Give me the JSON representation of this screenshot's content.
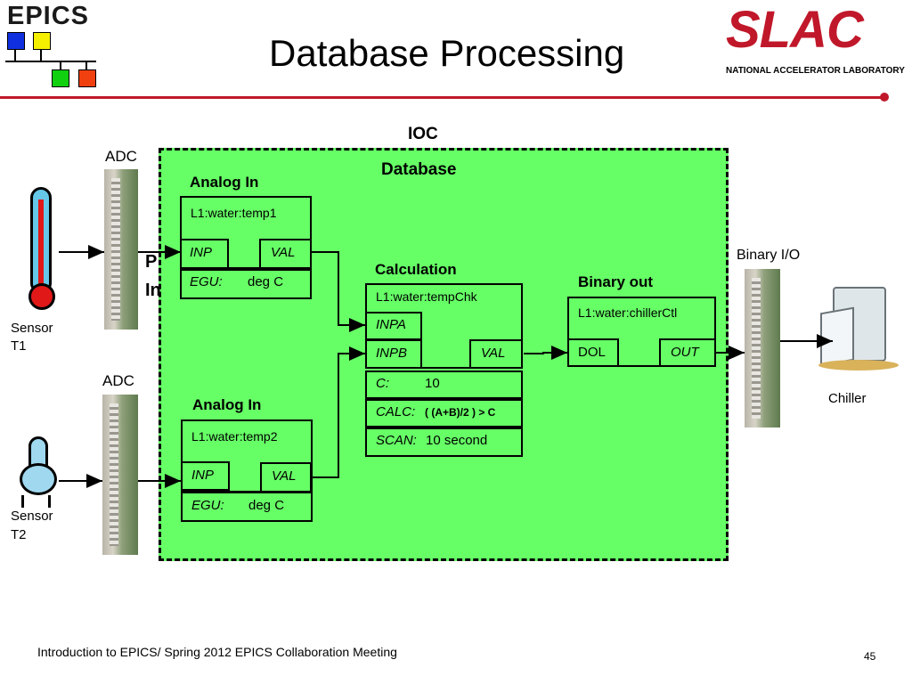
{
  "header": {
    "logo_text": "EPICS",
    "title": "Database Processing",
    "slac_logo": "SLAC",
    "slac_subtitle": "NATIONAL ACCELERATOR LABORATORY",
    "accent_color": "#c0182a"
  },
  "ioc": {
    "label": "IOC",
    "database_label": "Database",
    "fill_color": "#66ff66"
  },
  "hardware": {
    "adc1_label": "ADC",
    "adc2_label": "ADC",
    "binary_io_label": "Binary I/O",
    "sensor1_label_line1": "Sensor",
    "sensor1_label_line2": "T1",
    "sensor2_label_line1": "Sensor",
    "sensor2_label_line2": "T2",
    "chiller_label": "Chiller"
  },
  "obscured_text": {
    "line1": "P",
    "line2": "In"
  },
  "records": {
    "ai1": {
      "heading": "Analog In",
      "name": "L1:water:temp1",
      "inp": "INP",
      "val": "VAL",
      "egu_label": "EGU:",
      "egu_value": "deg C"
    },
    "ai2": {
      "heading": "Analog In",
      "name": "L1:water:temp2",
      "inp": "INP",
      "val": "VAL",
      "egu_label": "EGU:",
      "egu_value": "deg C"
    },
    "calc": {
      "heading": "Calculation",
      "name": "L1:water:tempChk",
      "inpa": "INPA",
      "inpb": "INPB",
      "val": "VAL",
      "c_label": "C:",
      "c_value": "10",
      "calc_label": "CALC:",
      "calc_value": "( (A+B)/2 ) > C",
      "scan_label": "SCAN:",
      "scan_value": "10 second"
    },
    "bo": {
      "heading": "Binary out",
      "name": "L1:water:chillerCtl",
      "dol": "DOL",
      "out": "OUT"
    }
  },
  "footer": {
    "text": "Introduction to EPICS/ Spring 2012 EPICS Collaboration Meeting",
    "page": "45"
  }
}
